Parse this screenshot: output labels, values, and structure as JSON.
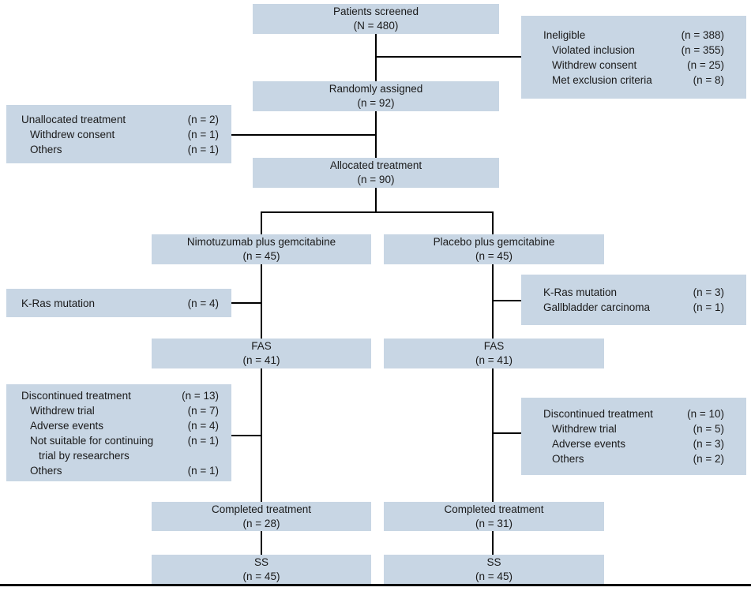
{
  "colors": {
    "box_fill": "#c8d6e4",
    "line": "#000000",
    "text": "#1a1a1a",
    "background": "#ffffff"
  },
  "flow": {
    "screened": {
      "title": "Patients screened",
      "n": "(N = 480)"
    },
    "ineligible": {
      "rows": [
        {
          "label": "Ineligible",
          "n": "(n = 388)"
        },
        {
          "label": "Violated inclusion",
          "n": "(n = 355)"
        },
        {
          "label": "Withdrew consent",
          "n": "(n = 25)"
        },
        {
          "label": "Met exclusion criteria",
          "n": "(n = 8)"
        }
      ]
    },
    "randomized": {
      "title": "Randomly assigned",
      "n": "(n = 92)"
    },
    "unallocated": {
      "rows": [
        {
          "label": "Unallocated treatment",
          "n": "(n = 2)"
        },
        {
          "label": "Withdrew consent",
          "n": "(n = 1)"
        },
        {
          "label": "Others",
          "n": "(n = 1)"
        }
      ]
    },
    "allocated": {
      "title": "Allocated treatment",
      "n": "(n = 90)"
    },
    "arm_left": {
      "title": "Nimotuzumab plus gemcitabine",
      "n": "(n = 45)"
    },
    "arm_right": {
      "title": "Placebo plus gemcitabine",
      "n": "(n = 45)"
    },
    "kras_left": {
      "rows": [
        {
          "label": "K-Ras mutation",
          "n": "(n = 4)"
        }
      ]
    },
    "kras_right": {
      "rows": [
        {
          "label": "K-Ras mutation",
          "n": "(n = 3)"
        },
        {
          "label": "Gallbladder carcinoma",
          "n": "(n = 1)"
        }
      ]
    },
    "fas_left": {
      "title": "FAS",
      "n": "(n = 41)"
    },
    "fas_right": {
      "title": "FAS",
      "n": "(n = 41)"
    },
    "discontinued_left": {
      "rows": [
        {
          "label": "Discontinued treatment",
          "n": "(n = 13)"
        },
        {
          "label": "Withdrew trial",
          "n": "(n = 7)"
        },
        {
          "label": "Adverse events",
          "n": "(n = 4)"
        },
        {
          "label": "Not suitable for continuing",
          "n": "(n = 1)"
        },
        {
          "label": "trial by researchers",
          "n": ""
        },
        {
          "label": "Others",
          "n": "(n = 1)"
        }
      ]
    },
    "discontinued_right": {
      "rows": [
        {
          "label": "Discontinued treatment",
          "n": "(n = 10)"
        },
        {
          "label": "Withdrew trial",
          "n": "(n = 5)"
        },
        {
          "label": "Adverse events",
          "n": "(n = 3)"
        },
        {
          "label": "Others",
          "n": "(n = 2)"
        }
      ]
    },
    "completed_left": {
      "title": "Completed treatment",
      "n": "(n = 28)"
    },
    "completed_right": {
      "title": "Completed treatment",
      "n": "(n = 31)"
    },
    "ss_left": {
      "title": "SS",
      "n": "(n = 45)"
    },
    "ss_right": {
      "title": "SS",
      "n": "(n = 45)"
    }
  }
}
